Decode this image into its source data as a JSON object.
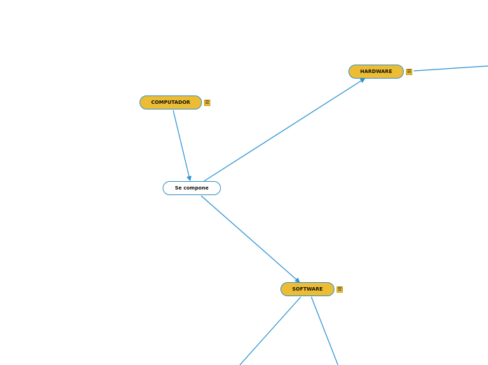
{
  "nodes": {
    "computador": {
      "label": "COMPUTADOR"
    },
    "se_compone": {
      "label": "Se compone"
    },
    "hardware": {
      "label": "HARDWARE"
    },
    "software": {
      "label": "SOFTWARE"
    }
  },
  "icons": {
    "note": "note-icon"
  },
  "colors": {
    "concept_fill": "#ecbd34",
    "connector": "#2b93d1",
    "border": "#3b8fc1"
  }
}
